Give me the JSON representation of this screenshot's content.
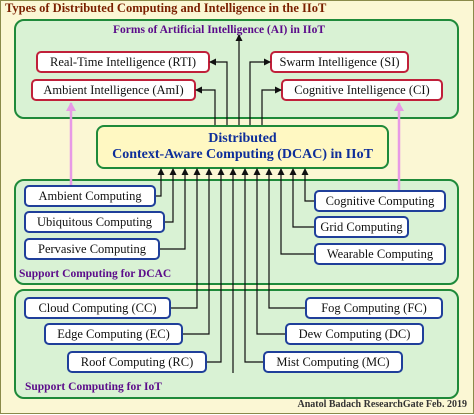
{
  "title": "Types of Distributed Computing and Intelligence in the IIoT",
  "ai_section": {
    "title": "Forms of  Artificial Intelligence (AI)  in IIoT",
    "items": [
      {
        "label": "Real-Time Intelligence (RTI)"
      },
      {
        "label": "Swarm Intelligence (SI)"
      },
      {
        "label": "Ambient Intelligence (AmI)"
      },
      {
        "label": "Cognitive Intelligence (CI)"
      }
    ]
  },
  "center": {
    "line1": "Distributed",
    "line2": "Context-Aware Computing (DCAC) in IIoT"
  },
  "dcac_section": {
    "title": "Support Computing for DCAC",
    "items": [
      {
        "label": "Ambient Computing"
      },
      {
        "label": "Ubiquitous Computing"
      },
      {
        "label": "Pervasive Computing"
      },
      {
        "label": "Cognitive Computing"
      },
      {
        "label": "Grid Computing"
      },
      {
        "label": "Wearable Computing"
      }
    ]
  },
  "iot_section": {
    "title": "Support Computing for IoT",
    "items": [
      {
        "label": "Cloud Computing (CC)"
      },
      {
        "label": "Edge Computing (EC)"
      },
      {
        "label": "Roof Computing (RC)"
      },
      {
        "label": "Fog Computing (FC)"
      },
      {
        "label": "Dew Computing (DC)"
      },
      {
        "label": "Mist Computing (MC)"
      }
    ]
  },
  "credit": "Anatol Badach   ResearchGate  Feb. 2019",
  "colors": {
    "background": "#fbf7d4",
    "panel": "#d9f2d4",
    "panel_border": "#1f8a3a",
    "ai_border": "#c0203a",
    "computing_border": "#1f3f9a",
    "title": "#7a1f00",
    "section_title": "#5b0b8a",
    "center_text": "#0e2e9a",
    "pink_arrow": "#e79ae6"
  }
}
